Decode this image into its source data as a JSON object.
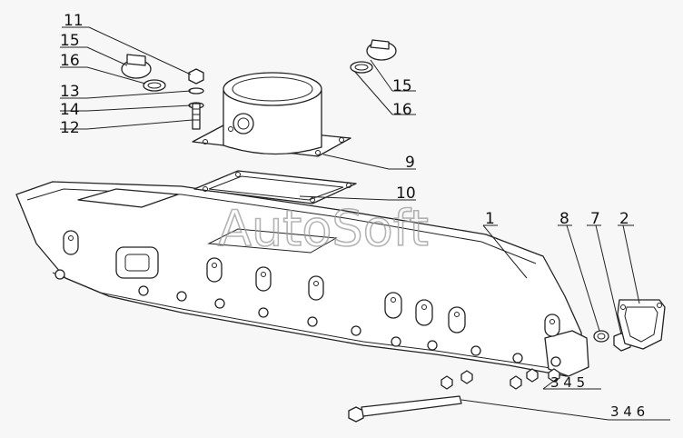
{
  "watermark": "AutoSoft",
  "callouts": {
    "c11": "11",
    "c15a": "15",
    "c16a": "16",
    "c13": "13",
    "c14": "14",
    "c12": "12",
    "c15b": "15",
    "c16b": "16",
    "c9": "9",
    "c10": "10",
    "c1": "1",
    "c8": "8",
    "c7": "7",
    "c2": "2",
    "c345": "3 4 5",
    "c346": "3 4 6"
  }
}
